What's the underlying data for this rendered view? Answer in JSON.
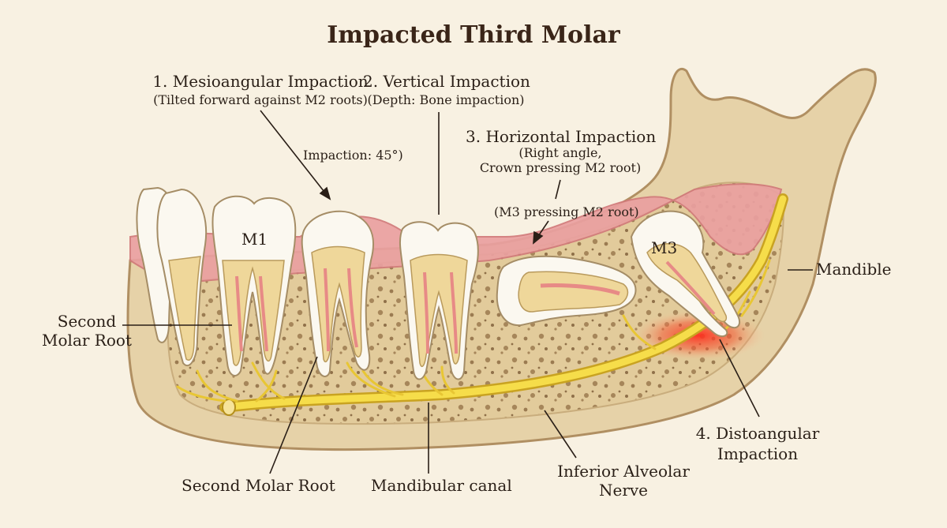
{
  "title": "Impacted Third Molar",
  "labels": {
    "mesioangular_title": "1. Mesioangular Impaction",
    "mesioangular_sub": "(Tilted forward against M2 roots)",
    "mesioangular_angle": "Impaction: 45°)",
    "vertical_title": "2. Vertical Impaction",
    "vertical_sub": "(Depth: Bone impaction)",
    "horizontal_title": "3. Horizontal Impaction",
    "horizontal_sub1": "(Right angle,",
    "horizontal_sub2": "Crown pressing M2 root)",
    "horizontal_note": "(M3 pressing M2 root)",
    "distoangular_line1": "4. Distoangular",
    "distoangular_line2": "Impaction",
    "tooth_m1": "M1",
    "tooth_m3": "M3",
    "mandible": "Mandible",
    "second_molar_root_left_1": "Second",
    "second_molar_root_left_2": "Molar Root",
    "second_molar_root_bottom": "Second Molar Root",
    "mandibular_canal": "Mandibular canal",
    "nerve_line1": "Inferior Alveolar",
    "nerve_line2": "Nerve"
  },
  "colors": {
    "background": "#f8f1e2",
    "bone": "#e6d2a8",
    "bone_edge": "#b08f62",
    "gum": "#eaa0a0",
    "nerve": "#f0cf2c",
    "enamel": "#fbf8f0",
    "dentin": "#efd79a",
    "pulp": "#e78a86",
    "inflammation": "#e8302a"
  }
}
